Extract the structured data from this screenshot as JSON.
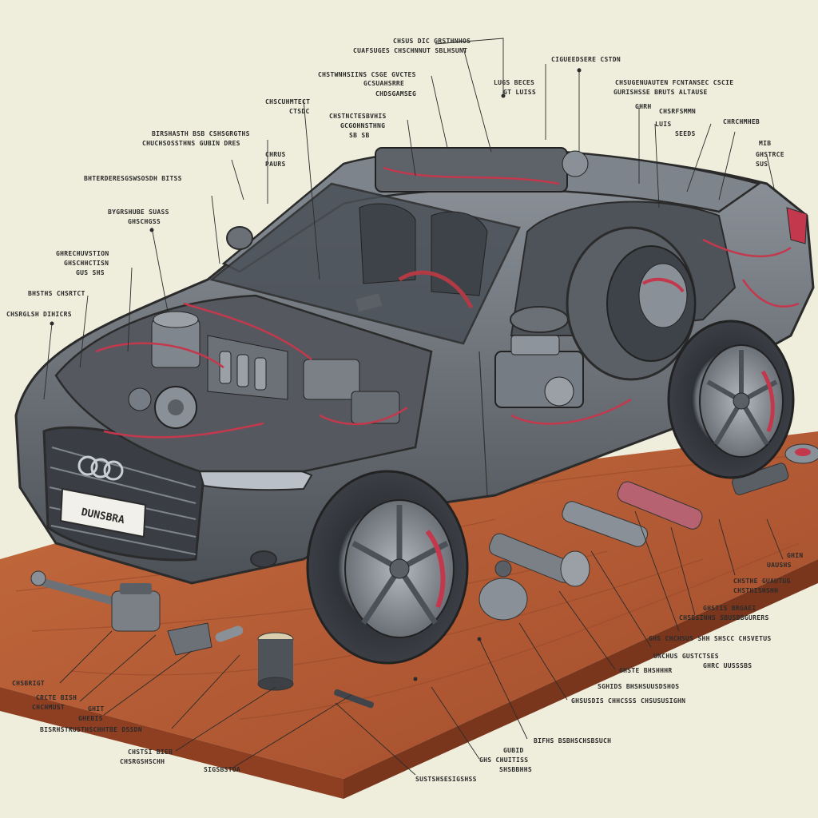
{
  "license_plate": "DUNSBRA",
  "callouts": {
    "top": [
      {
        "id": "t1",
        "lines": [
          "CHSUS DIC GRSTHNHOS",
          "CUAFSUGES CHSCHNNUT SBLHSUNT"
        ]
      },
      {
        "id": "t2",
        "lines": [
          "CHSTWNHSIINS CSGE GVCTES",
          "GCSUAHSRRE"
        ]
      },
      {
        "id": "t3",
        "lines": [
          "LUGS BECES",
          "GT LUISS"
        ]
      },
      {
        "id": "t4",
        "lines": [
          "CIGUEEDSERE CSTDN"
        ]
      },
      {
        "id": "t5",
        "lines": [
          "CHSUGENUAUTEN FCNTANSEC CSCIE",
          "GURISHSSE BRUTS ALTAUSE"
        ]
      },
      {
        "id": "t6",
        "lines": [
          "CHSCUHMTECT",
          "CTSDC"
        ]
      },
      {
        "id": "t7",
        "lines": [
          "CHSTNCTESBVHIS",
          "GCGOHNSTHNG",
          "SB SB"
        ]
      },
      {
        "id": "t8",
        "lines": [
          "GHRH",
          "LUIS"
        ]
      },
      {
        "id": "t9",
        "lines": [
          "CHRCHMHEB"
        ]
      },
      {
        "id": "t10",
        "lines": [
          "CHSRFSMMN",
          "SEEDS"
        ]
      },
      {
        "id": "t11",
        "lines": [
          "CHDSGAMSEG"
        ]
      },
      {
        "id": "t12",
        "lines": [
          "MIB"
        ]
      },
      {
        "id": "t13",
        "lines": [
          "GHSTRCE",
          "SUS"
        ]
      }
    ],
    "left": [
      {
        "id": "l1",
        "lines": [
          "BIRSHASTH BSB CSHSGRGTHS",
          "CHUCHSOSSTHNS GUBIN DRES"
        ]
      },
      {
        "id": "l2",
        "lines": [
          "CHRUS",
          "PAURS"
        ]
      },
      {
        "id": "l3",
        "lines": [
          "BHTERDERESGSWSOSDH BITSS"
        ]
      },
      {
        "id": "l4",
        "lines": [
          "BYGRSHUBE SUASS",
          "GHSCHGSS"
        ]
      },
      {
        "id": "l5",
        "lines": [
          "GHRECHUVSTION",
          "GHSCHHCTISN",
          "GUS SHS"
        ]
      },
      {
        "id": "l6",
        "lines": [
          "BHSTHS CHSRTCT"
        ]
      },
      {
        "id": "l7",
        "lines": [
          "CHSRGLSH DIHICRS"
        ]
      }
    ],
    "bottom_left": [
      {
        "id": "b1",
        "lines": [
          "CHSBRIGT"
        ]
      },
      {
        "id": "b2",
        "lines": [
          "CRCTE BISH",
          "CHCHMUST"
        ]
      },
      {
        "id": "b3",
        "lines": [
          "GHIT",
          "GHEBIS"
        ]
      },
      {
        "id": "b4",
        "lines": [
          "BISRHSTRUSTHSCHHTBE DSSDN"
        ]
      },
      {
        "id": "b5",
        "lines": [
          "CHSTSI BIEB",
          "CHSRGSHSCHH"
        ]
      },
      {
        "id": "b6",
        "lines": [
          "SIGSBSTOA"
        ]
      }
    ],
    "bottom_right": [
      {
        "id": "r1",
        "lines": [
          "GHIN",
          "UAUSHS"
        ]
      },
      {
        "id": "r2",
        "lines": [
          "CHSTHE GUAUTUG",
          "CHSTHISHSHH"
        ]
      },
      {
        "id": "r3",
        "lines": [
          "GHSTIS BRGAEI",
          "CHSBSINHS SBUSBBGURERS"
        ]
      },
      {
        "id": "r4",
        "lines": [
          "GHS CHCHSUS SHH SHSCC CHSVETUS"
        ]
      },
      {
        "id": "r5",
        "lines": [
          "UNCHUS GUSTCTSES",
          "GHRC UUSSSBS"
        ]
      },
      {
        "id": "r6",
        "lines": [
          "GHSTE BHSHHHR"
        ]
      },
      {
        "id": "r7",
        "lines": [
          "SGHIDS BHSHSUUSDSHOS"
        ]
      },
      {
        "id": "r8",
        "lines": [
          "GHSUSDIS CHHCSSS CHSUSUSIGHN"
        ]
      },
      {
        "id": "r9",
        "lines": [
          "BIFHS BSBHSCHSBSUCH"
        ]
      },
      {
        "id": "r10",
        "lines": [
          "GUBID",
          "GHS CHUITISS",
          "SHSBBHHS"
        ]
      },
      {
        "id": "r11",
        "lines": [
          "SUSTSHSESIGSHSS"
        ]
      }
    ]
  },
  "colors": {
    "background": "#efeedd",
    "body": "#5a5f66",
    "body_light": "#8a9097",
    "wood": "#b85a34",
    "wood_dark": "#8e3f22",
    "accent_wire": "#c4384d",
    "tire": "#2f3237",
    "rim": "#7c8188",
    "ink": "#2b2b2b"
  }
}
